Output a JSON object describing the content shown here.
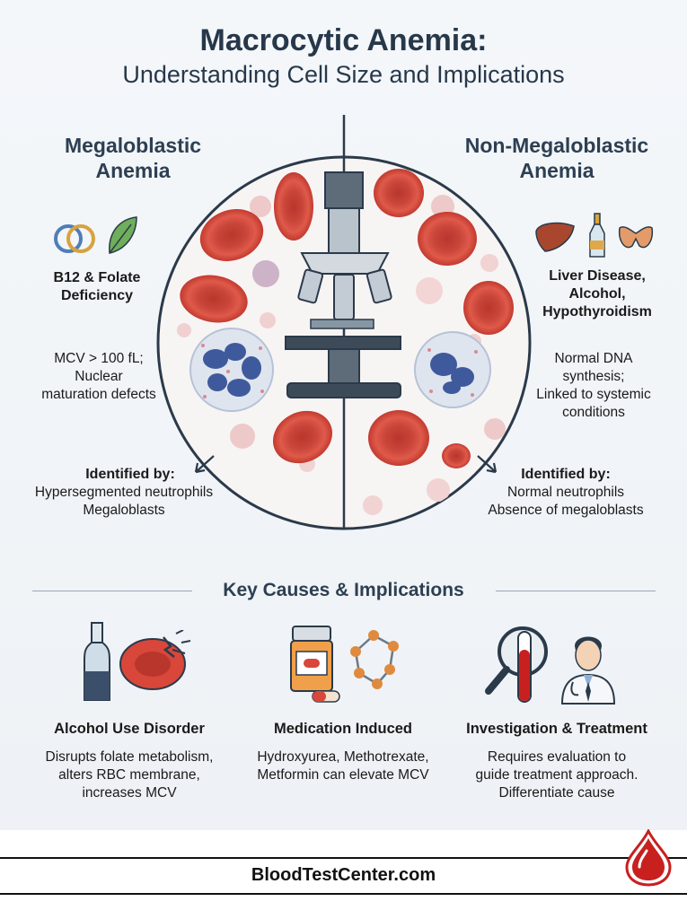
{
  "header": {
    "title": "Macrocytic Anemia:",
    "subtitle": "Understanding Cell Size and Implications"
  },
  "left": {
    "title_line1": "Megaloblastic",
    "title_line2": "Anemia",
    "cause_line1": "B12 & Folate",
    "cause_line2": "Deficiency",
    "desc_line1": "MCV > 100 fL;",
    "desc_line2": "Nuclear",
    "desc_line3": "maturation defects",
    "identified_label": "Identified by:",
    "identified_line1": "Hypersegmented neutrophils",
    "identified_line2": "Megaloblasts"
  },
  "right": {
    "title_line1": "Non-Megaloblastic",
    "title_line2": "Anemia",
    "cause_line1": "Liver Disease,",
    "cause_line2": "Alcohol,",
    "cause_line3": "Hypothyroidism",
    "desc_line1": "Normal DNA",
    "desc_line2": "synthesis;",
    "desc_line3": "Linked to systemic",
    "desc_line4": "conditions",
    "identified_label": "Identified by:",
    "identified_line1": "Normal neutrophils",
    "identified_line2": "Absence of megaloblasts"
  },
  "section": {
    "title": "Key Causes & Implications"
  },
  "cards": [
    {
      "title": "Alcohol Use Disorder",
      "line1": "Disrupts folate metabolism,",
      "line2": "alters RBC membrane,",
      "line3": "increases MCV"
    },
    {
      "title": "Medication Induced",
      "line1": "Hydroxyurea, Methotrexate,",
      "line2": "Metformin can elevate MCV",
      "line3": ""
    },
    {
      "title": "Investigation & Treatment",
      "line1": "Requires evaluation to",
      "line2": "guide treatment approach.",
      "line3": "Differentiate cause"
    }
  ],
  "footer": {
    "site": "BloodTestCenter.com"
  },
  "colors": {
    "rbc": "#d9463a",
    "heading": "#2d3f52",
    "nucleus": "#3f5a9c",
    "brand_drop": "#c8201f"
  },
  "icons": [
    "rings-icon",
    "leaf-icon",
    "liver-icon",
    "bottle-icon",
    "thyroid-icon",
    "microscope-icon",
    "arrow-icon",
    "wine-bottle-icon",
    "broken-cell-icon",
    "pill-bottle-icon",
    "molecule-icon",
    "magnifier-icon",
    "test-tube-icon",
    "doctor-icon",
    "blood-drop-logo-icon"
  ]
}
